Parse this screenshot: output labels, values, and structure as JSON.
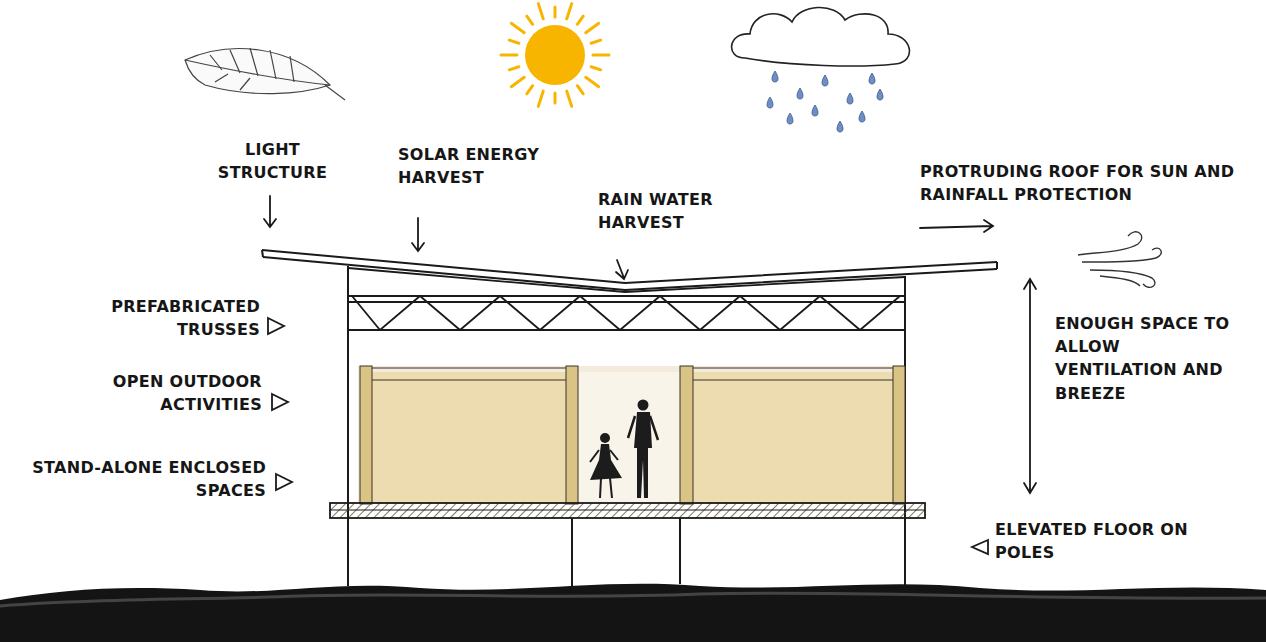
{
  "diagram": {
    "labels": [
      "LIGHT STRUCTURE",
      "SOLAR ENERGY HARVEST",
      "RAIN WATER HARVEST",
      "PROTRUDING ROOF FOR SUN AND RAINFALL PROTECTION",
      "PREFABRICATED TRUSSES",
      "OPEN OUTDOOR ACTIVITIES",
      "STAND-ALONE ENCLOSED SPACES",
      "ENOUGH SPACE TO ALLOW VENTILATION AND BREEZE",
      "ELEVATED FLOOR ON POLES"
    ]
  }
}
